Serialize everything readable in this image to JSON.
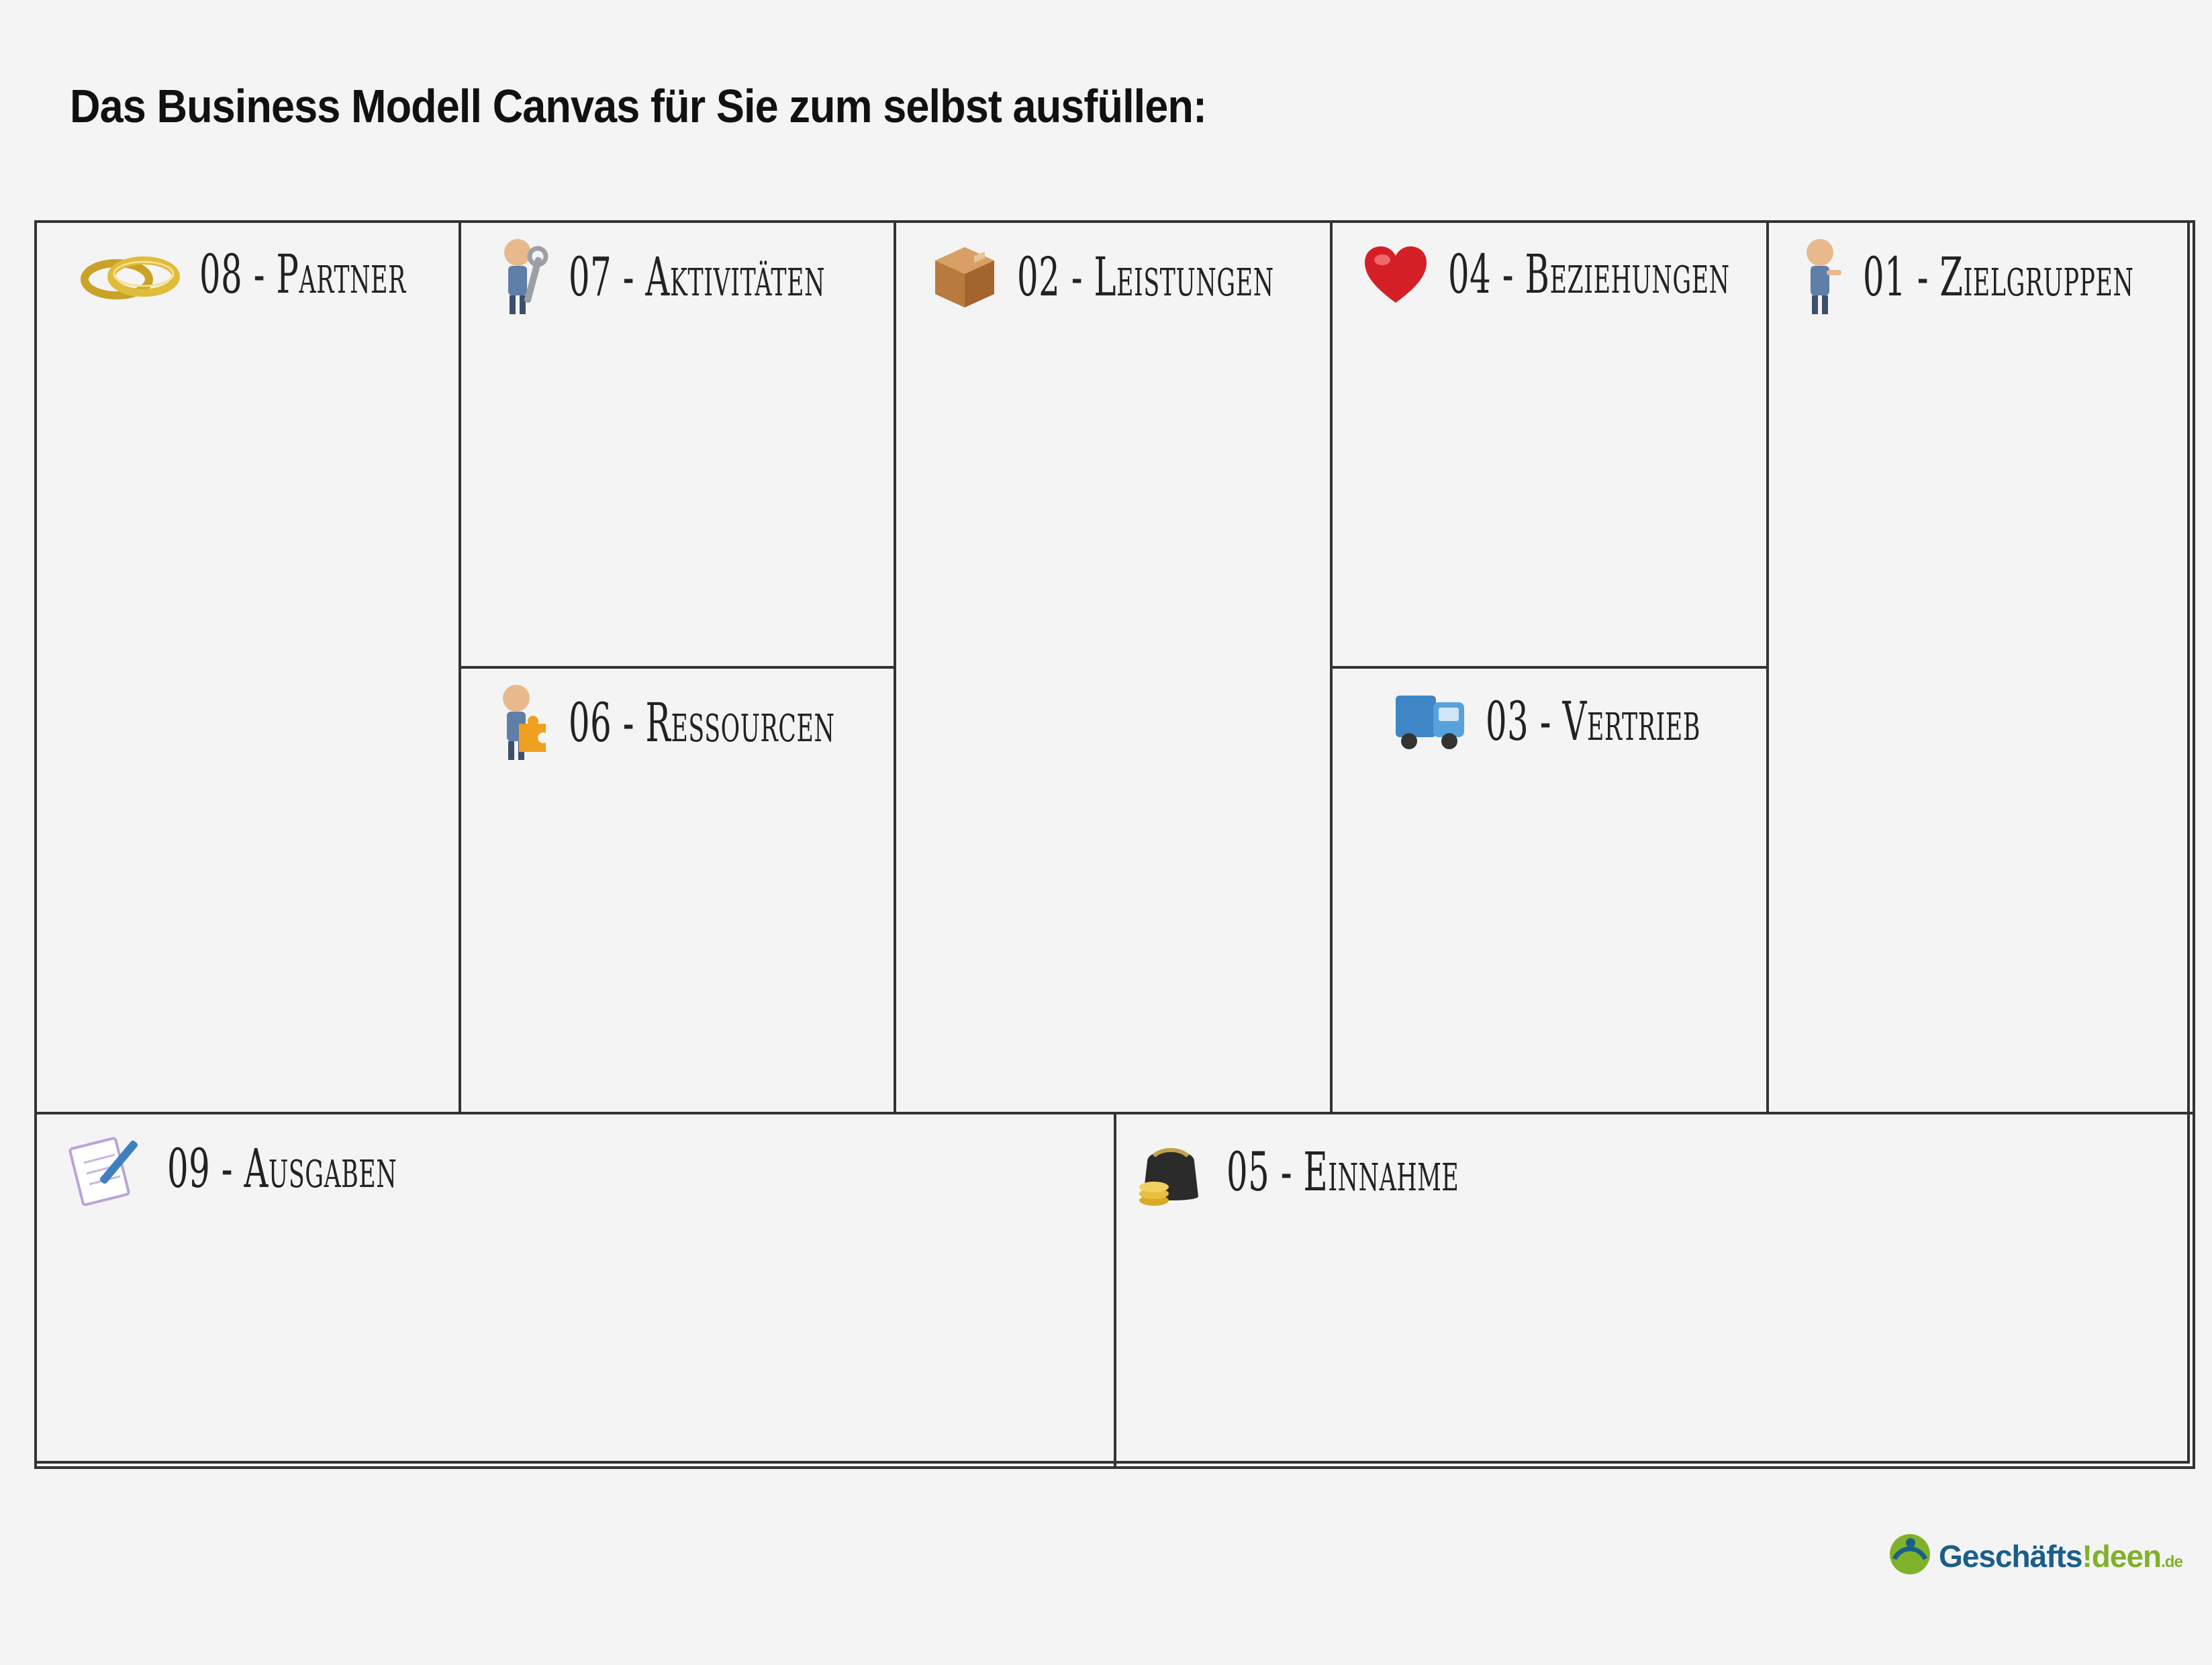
{
  "page": {
    "title": "Das Business Modell Canvas für Sie zum selbst ausfüllen:"
  },
  "cells": {
    "partner": {
      "label": "08 - Partner",
      "icon": "wedding-rings-icon"
    },
    "aktivitaeten": {
      "label": "07 - Aktivitäten",
      "icon": "worker-wrench-icon"
    },
    "leistungen": {
      "label": "02 - Leistungen",
      "icon": "package-box-icon"
    },
    "beziehungen": {
      "label": "04 - Beziehungen",
      "icon": "heart-icon"
    },
    "zielgruppen": {
      "label": "01 - Zielgruppen",
      "icon": "presenter-figure-icon"
    },
    "ressourcen": {
      "label": "06 - Ressourcen",
      "icon": "puzzle-figure-icon"
    },
    "vertrieb": {
      "label": "03 - Vertrieb",
      "icon": "delivery-truck-icon"
    },
    "ausgaben": {
      "label": "09 - Ausgaben",
      "icon": "notepad-pen-icon"
    },
    "einnahme": {
      "label": "05 - Einnahme",
      "icon": "purse-coins-icon"
    }
  },
  "logo": {
    "part_a": "Geschäfts",
    "part_b": "!deen",
    "part_c": ".de"
  },
  "colors": {
    "background": "#f4f4f4",
    "border": "#333333",
    "logo_blue": "#1b5e8a",
    "logo_green": "#7fb12a"
  }
}
